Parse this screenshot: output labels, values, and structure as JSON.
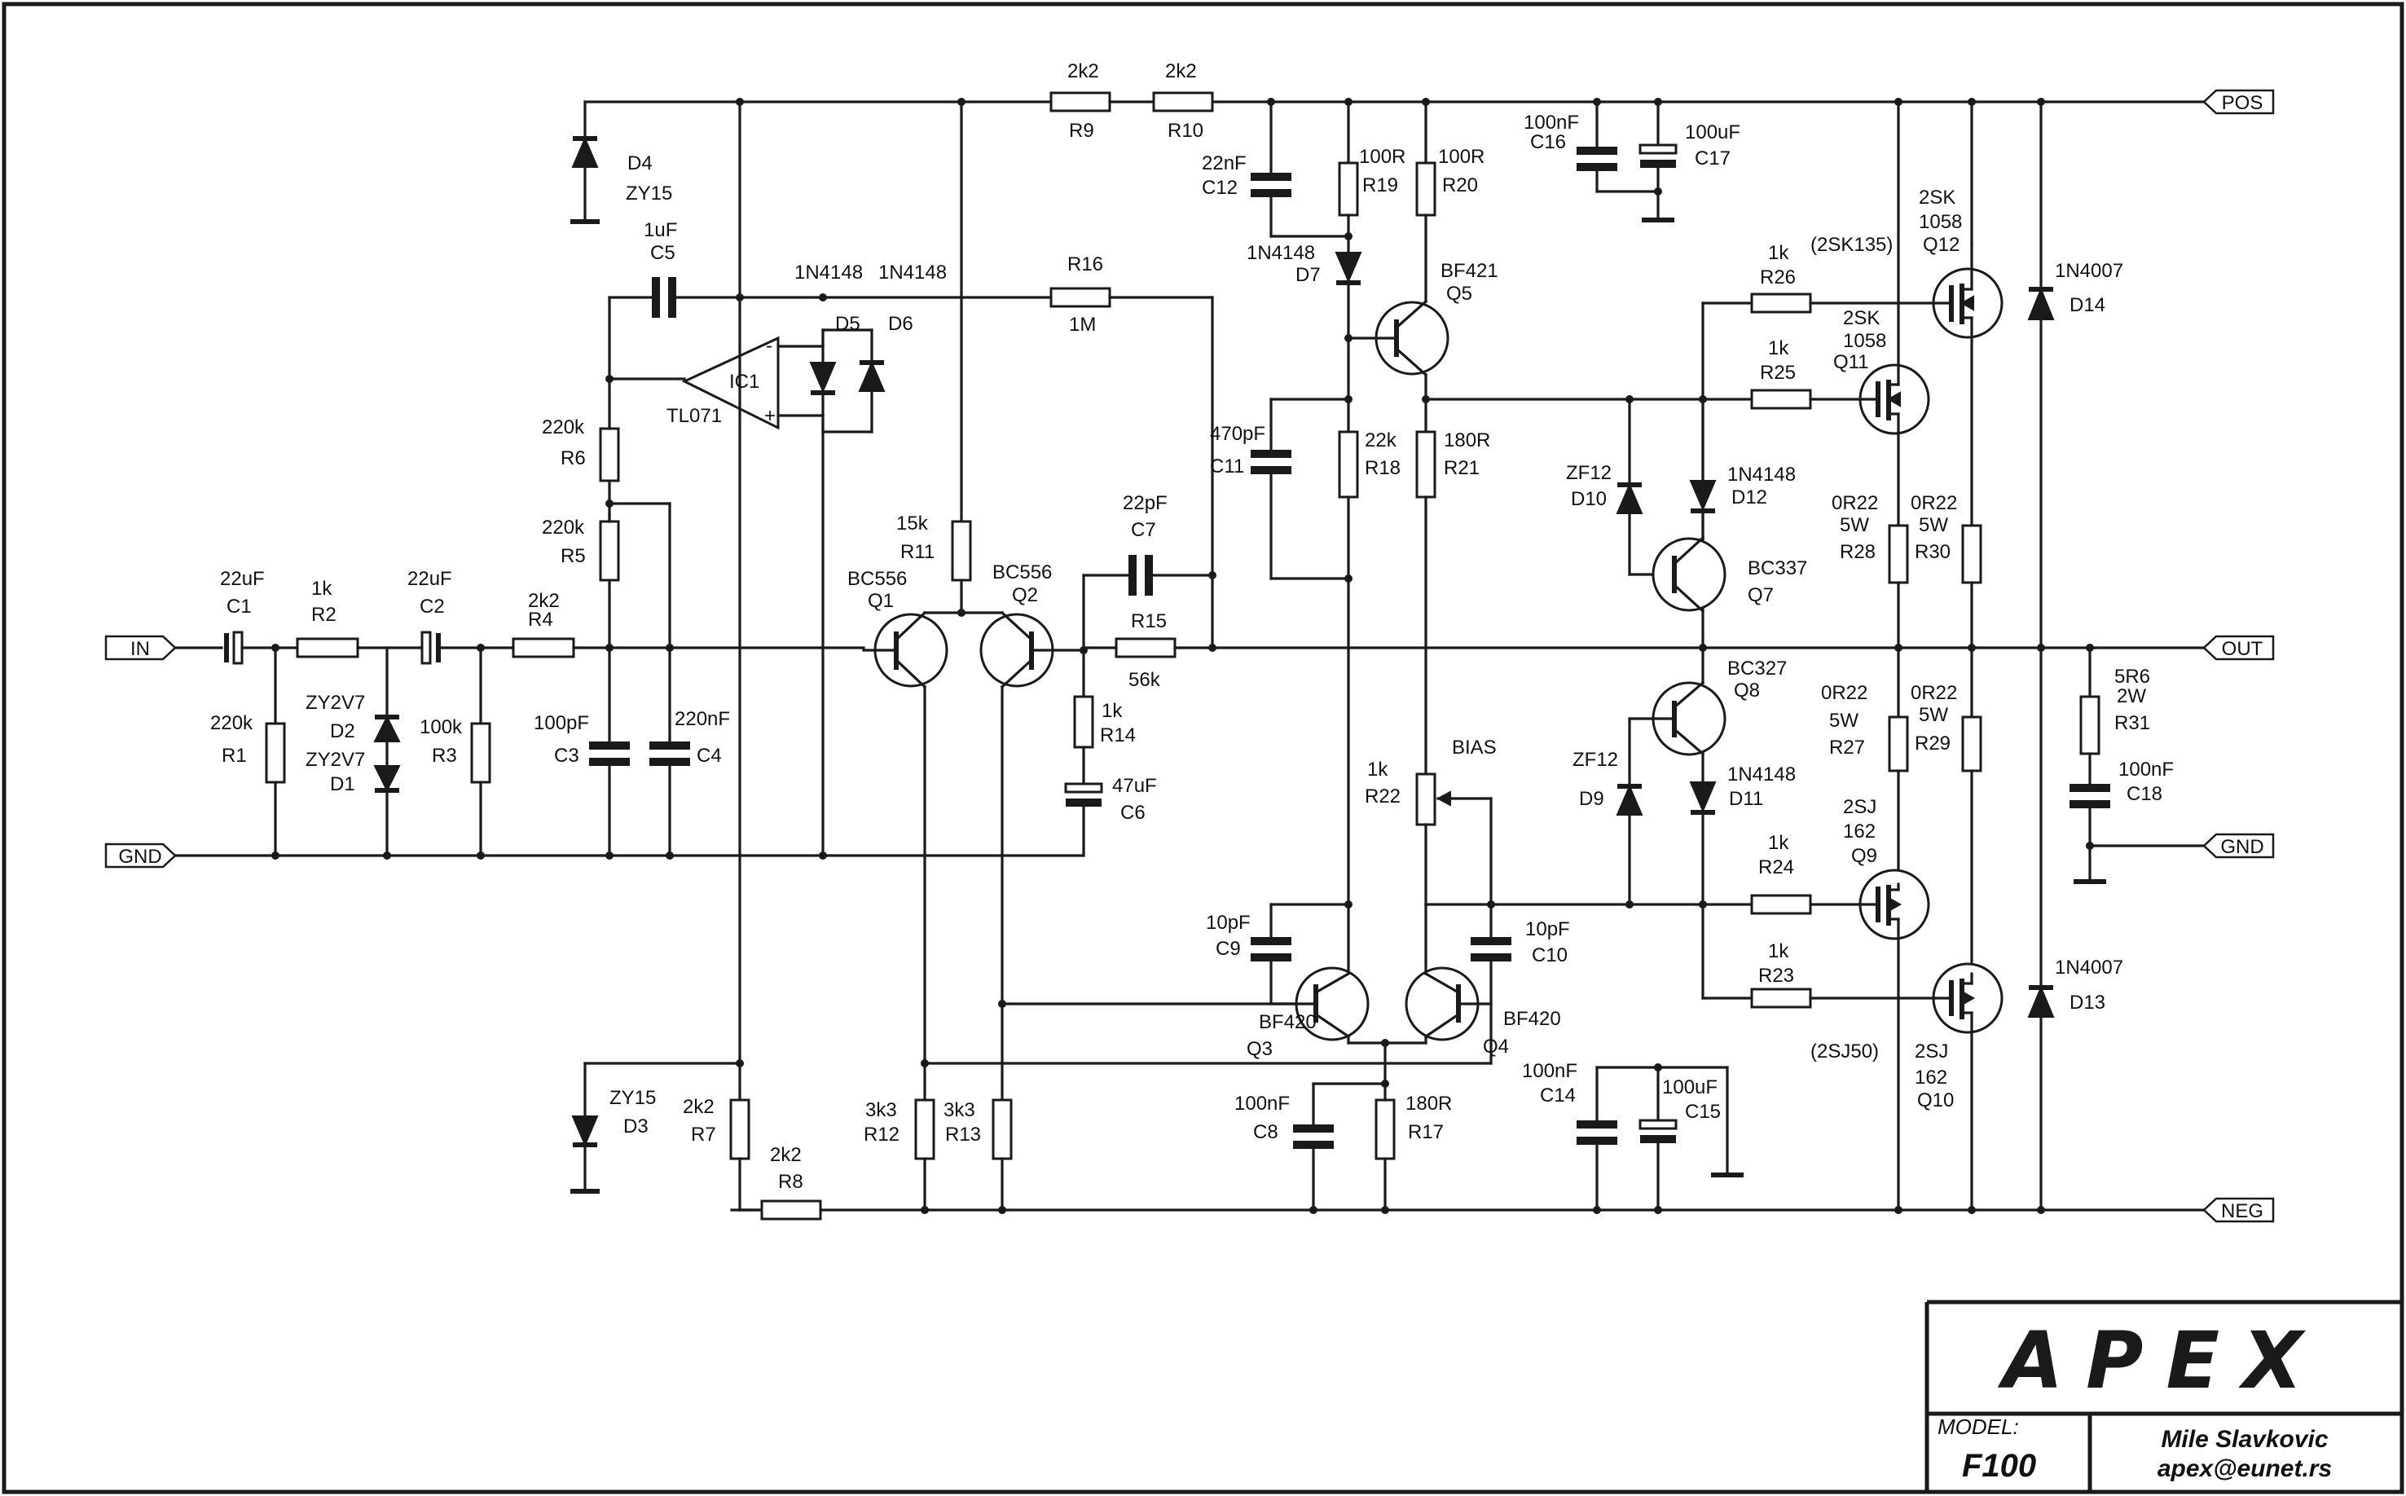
{
  "ports": {
    "in": "IN",
    "gnd": "GND",
    "pos": "POS",
    "out": "OUT",
    "neg": "NEG",
    "gnd2": "GND"
  },
  "components": {
    "C1": {
      "value": "22uF",
      "ref": "C1"
    },
    "R2": {
      "value": "1k",
      "ref": "R2"
    },
    "C2": {
      "value": "22uF",
      "ref": "C2"
    },
    "R4": {
      "value": "2k2",
      "ref": "R4"
    },
    "R1": {
      "value": "220k",
      "ref": "R1"
    },
    "D2": {
      "value": "ZY2V7",
      "ref": "D2"
    },
    "D1": {
      "value": "ZY2V7",
      "ref": "D1"
    },
    "R3": {
      "value": "100k",
      "ref": "R3"
    },
    "C3": {
      "value": "100pF",
      "ref": "C3"
    },
    "C4": {
      "value": "220nF",
      "ref": "C4"
    },
    "R5": {
      "value": "220k",
      "ref": "R5"
    },
    "R6": {
      "value": "220k",
      "ref": "R6"
    },
    "C5": {
      "value": "1uF",
      "ref": "C5"
    },
    "IC1": {
      "value": "TL071",
      "ref": "IC1"
    },
    "D5": {
      "value": "1N4148",
      "ref": "D5"
    },
    "D6": {
      "value": "1N4148",
      "ref": "D6"
    },
    "R16": {
      "value": "1M",
      "ref": "R16"
    },
    "D4": {
      "value": "ZY15",
      "ref": "D4"
    },
    "D3": {
      "value": "ZY15",
      "ref": "D3"
    },
    "R7": {
      "value": "2k2",
      "ref": "R7"
    },
    "R8": {
      "value": "2k2",
      "ref": "R8"
    },
    "R9": {
      "value": "2k2",
      "ref": "R9"
    },
    "R10": {
      "value": "2k2",
      "ref": "R10"
    },
    "R11": {
      "value": "15k",
      "ref": "R11"
    },
    "Q1": {
      "value": "BC556",
      "ref": "Q1"
    },
    "Q2": {
      "value": "BC556",
      "ref": "Q2"
    },
    "C7": {
      "value": "22pF",
      "ref": "C7"
    },
    "R15": {
      "value": "R15",
      "ref": "56k"
    },
    "R14": {
      "value": "1k",
      "ref": "R14"
    },
    "C6": {
      "value": "47uF",
      "ref": "C6"
    },
    "R12": {
      "value": "3k3",
      "ref": "R12"
    },
    "R13": {
      "value": "3k3",
      "ref": "R13"
    },
    "C12": {
      "value": "22nF",
      "ref": "C12"
    },
    "D7": {
      "value": "1N4148",
      "ref": "D7"
    },
    "R19": {
      "value": "100R",
      "ref": "R19"
    },
    "R20": {
      "value": "100R",
      "ref": "R20"
    },
    "Q5": {
      "value": "BF421",
      "ref": "Q5"
    },
    "C11": {
      "value": "470pF",
      "ref": "C11"
    },
    "R18": {
      "value": "22k",
      "ref": "R18"
    },
    "R21": {
      "value": "180R",
      "ref": "R21"
    },
    "R22": {
      "value": "1k",
      "ref": "R22"
    },
    "bias": "BIAS",
    "C9": {
      "value": "10pF",
      "ref": "C9"
    },
    "C10": {
      "value": "10pF",
      "ref": "C10"
    },
    "Q3": {
      "value": "BF420",
      "ref": "Q3"
    },
    "Q4": {
      "value": "BF420",
      "ref": "Q4"
    },
    "C8": {
      "value": "100nF",
      "ref": "C8"
    },
    "R17": {
      "value": "180R",
      "ref": "R17"
    },
    "C16": {
      "value": "100nF",
      "ref": "C16"
    },
    "C17": {
      "value": "100uF",
      "ref": "C17"
    },
    "C14": {
      "value": "100nF",
      "ref": "C14"
    },
    "C15": {
      "value": "100uF",
      "ref": "C15"
    },
    "R26": {
      "value": "1k",
      "ref": "R26"
    },
    "R25": {
      "value": "1k",
      "ref": "R25"
    },
    "R24": {
      "value": "1k",
      "ref": "R24"
    },
    "R23": {
      "value": "1k",
      "ref": "R23"
    },
    "D10": {
      "value": "ZF12",
      "ref": "D10"
    },
    "D9": {
      "value": "ZF12",
      "ref": "D9"
    },
    "D12": {
      "value": "1N4148",
      "ref": "D12"
    },
    "D11": {
      "value": "1N4148",
      "ref": "D11"
    },
    "Q7": {
      "value": "BC337",
      "ref": "Q7"
    },
    "Q8": {
      "value": "BC327",
      "ref": "Q8"
    },
    "Q12": {
      "line1": "2SK",
      "line2": "1058",
      "ref": "Q12",
      "alt": "(2SK135)"
    },
    "Q11": {
      "line1": "2SK",
      "line2": "1058",
      "ref": "Q11"
    },
    "Q9": {
      "line1": "2SJ",
      "line2": "162",
      "ref": "Q9"
    },
    "Q10": {
      "line1": "2SJ",
      "line2": "162",
      "ref": "Q10",
      "alt": "(2SJ50)"
    },
    "R28": {
      "value": "0R22",
      "power": "5W",
      "ref": "R28"
    },
    "R30": {
      "value": "0R22",
      "power": "5W",
      "ref": "R30"
    },
    "R27": {
      "value": "0R22",
      "power": "5W",
      "ref": "R27"
    },
    "R29": {
      "value": "0R22",
      "power": "5W",
      "ref": "R29"
    },
    "D14": {
      "value": "1N4007",
      "ref": "D14"
    },
    "D13": {
      "value": "1N4007",
      "ref": "D13"
    },
    "R31": {
      "value": "5R6",
      "power": "2W",
      "ref": "R31"
    },
    "C18": {
      "value": "100nF",
      "ref": "C18"
    }
  },
  "title_block": {
    "logo": "APEX",
    "model_label": "MODEL:",
    "model": "F100",
    "author": "Mile Slavkovic",
    "email": "apex@eunet.rs"
  }
}
